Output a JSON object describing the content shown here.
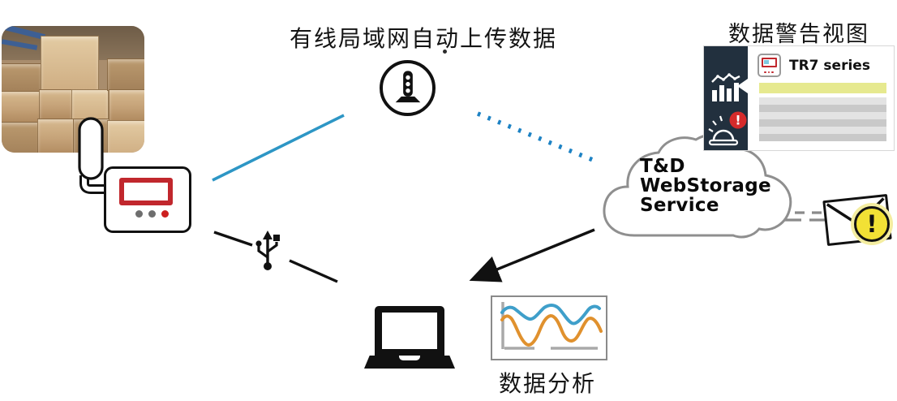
{
  "labels": {
    "lan_upload_title": "有线局域网自动上传数据",
    "alert_view_title": "数据警告视图",
    "analysis_title": "数据分析"
  },
  "cloud": {
    "line1": "T&D",
    "line2": "WebStorage",
    "line3": "Service"
  },
  "alert_panel": {
    "device_label": "TR7 series",
    "rows": [
      {
        "h": 13,
        "c": "#e6e98f"
      },
      {
        "h": 5,
        "c": "#ffffff"
      },
      {
        "h": 9,
        "c": "#e3e3e3"
      },
      {
        "h": 9,
        "c": "#c9c9c9"
      },
      {
        "h": 9,
        "c": "#e3e3e3"
      },
      {
        "h": 9,
        "c": "#c9c9c9"
      },
      {
        "h": 9,
        "c": "#e3e3e3"
      },
      {
        "h": 9,
        "c": "#c9c9c9"
      }
    ]
  },
  "icons": {
    "network_hub": "wired-lan-tower-in-circle",
    "usb": "usb-trident",
    "analytics": "bar-chart-with-trendline",
    "alarm": "siren-with-alert-badge",
    "mail": "envelope",
    "warning_exclamation": "!",
    "alert_exclamation": "!"
  },
  "colors": {
    "link_blue": "#2d96c5",
    "dotted_blue": "#1d82c4",
    "sidebar_navy": "#22303e",
    "alert_red": "#d62b2b",
    "logger_red": "#c1272d",
    "warning_yellow": "#f2e135",
    "chart_blue": "#3f9fca",
    "chart_orange": "#e0912e",
    "highlight_row": "#e6e98f",
    "cloud_outline": "#8f8f8f"
  }
}
